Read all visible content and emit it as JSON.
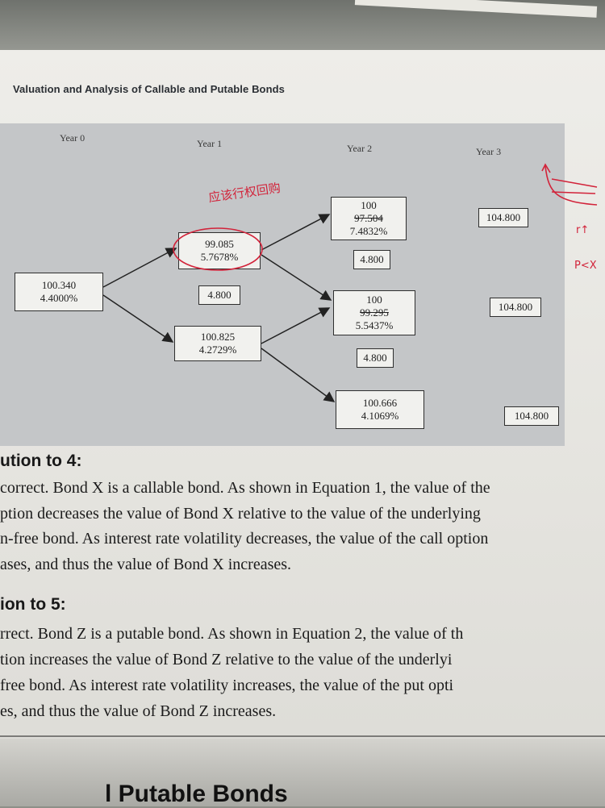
{
  "header": {
    "title": "Valuation and Analysis of Callable and Putable Bonds"
  },
  "years": [
    "Year 0",
    "Year 1",
    "Year 2",
    "Year 3"
  ],
  "tree": {
    "y0": {
      "value": "100.340",
      "rate": "4.4000%"
    },
    "y1_up": {
      "value": "99.085",
      "rate": "5.7678%"
    },
    "y1_down": {
      "value": "100.825",
      "rate": "4.2729%"
    },
    "y1_coupon": "4.800",
    "y2_up": {
      "par": "100",
      "value": "97.504",
      "rate": "7.4832%"
    },
    "y2_mid": {
      "par": "100",
      "value": "99.295",
      "rate": "5.5437%"
    },
    "y2_down": {
      "value": "100.666",
      "rate": "4.1069%"
    },
    "y2_coupon_up": "4.800",
    "y2_coupon_down": "4.800",
    "y3_values": [
      "104.800",
      "104.800",
      "104.800"
    ]
  },
  "annotations": {
    "note": "应该行权回购",
    "side1": "r↑",
    "side2": "P<X"
  },
  "solution4": {
    "heading": "ution to 4:",
    "lines": [
      "correct. Bond X is a callable bond. As shown in Equation 1, the value of the",
      "ption decreases the value of Bond X relative to the value of the underlying",
      "n-free bond. As interest rate volatility decreases, the value of the call option",
      "ases, and thus the value of Bond X increases."
    ]
  },
  "solution5": {
    "heading": "ion to 5:",
    "lines": [
      "rrect. Bond Z is a putable bond. As shown in Equation 2, the value of th",
      "tion increases the value of Bond Z relative to the value of the underlyi",
      "free bond. As interest rate volatility increases, the value of the put opti",
      "es, and thus the value of Bond Z increases."
    ]
  },
  "footer": {
    "title": "l Putable Bonds"
  }
}
